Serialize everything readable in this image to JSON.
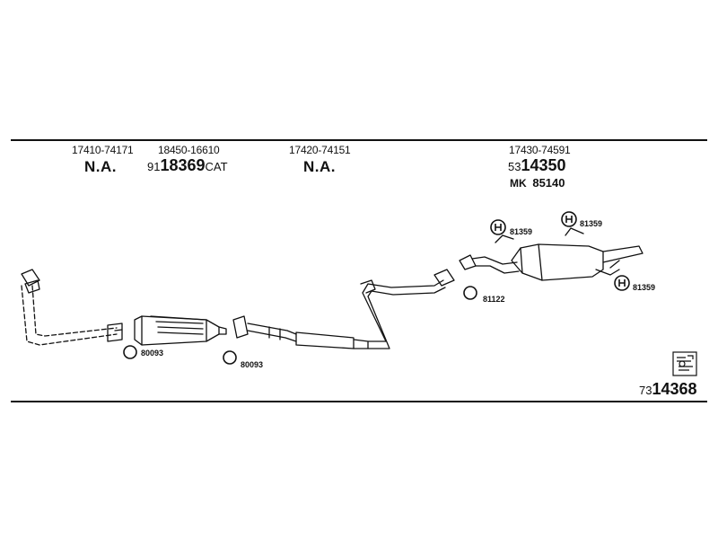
{
  "headers": [
    {
      "part": "17410-74171",
      "code": "N.A."
    },
    {
      "part": "18450-16610",
      "code_prefix": "91",
      "code_main": "18369",
      "code_suffix": "CAT"
    },
    {
      "part": "17420-74151",
      "code": "N.A."
    },
    {
      "part": "17430-74591",
      "code_prefix": "53",
      "code_main": "14350",
      "mk_label": "MK",
      "mk_value": "85140"
    }
  ],
  "callouts": {
    "gasket_1": "80093",
    "gasket_2": "80093",
    "gasket_3": "81122",
    "hanger_1": "81359",
    "hanger_2": "81359",
    "hanger_3": "81359"
  },
  "footer": {
    "prefix": "73",
    "main": "14368"
  },
  "icons": {
    "hanger": "bolt-hanger-icon",
    "gasket": "ring-gasket-icon",
    "logo": "catalog-logo-icon"
  }
}
